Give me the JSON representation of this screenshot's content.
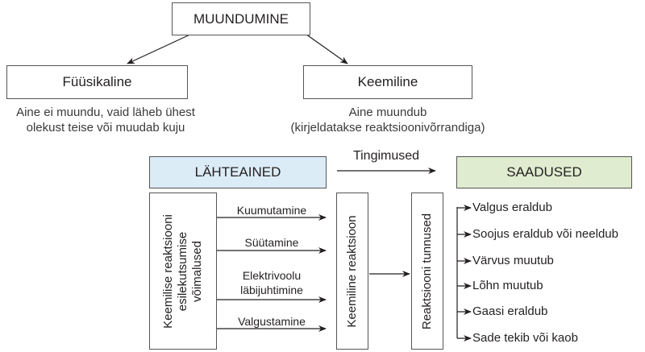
{
  "top": {
    "root": "MUUNDUMINE",
    "physical": "Füüsikaline",
    "chemical": "Keemiline",
    "physical_desc_1": "Aine ei muundu, vaid läheb ühest",
    "physical_desc_2": "olekust teise või muudab kuju",
    "chemical_desc_1": "Aine muundub",
    "chemical_desc_2": "(kirjeldatakse reaktsioonivõrrandiga)"
  },
  "reaction": {
    "reactants": "LÄHTEAINED",
    "conditions": "Tingimused",
    "products": "SAADUSED",
    "colors": {
      "reactants_bg": "#dcecf7",
      "products_bg": "#dfeccf",
      "border": "#555555"
    }
  },
  "initiation": {
    "title_1": "Keemilise reaktsiooni",
    "title_2": "esilekutsumise",
    "title_3": "võimalused",
    "methods": [
      "Kuumutamine",
      "Süütamine",
      "Elektrivoolu",
      "läbijuhtimine",
      "Valgustamine"
    ]
  },
  "center": {
    "label": "Keemiline reaktsioon"
  },
  "signs": {
    "label": "Reaktsiooni tunnused",
    "items": [
      "Valgus eraldub",
      "Soojus eraldub või neeldub",
      "Värvus muutub",
      "Lõhn muutub",
      "Gaasi eraldub",
      "Sade tekib või kaob"
    ]
  }
}
